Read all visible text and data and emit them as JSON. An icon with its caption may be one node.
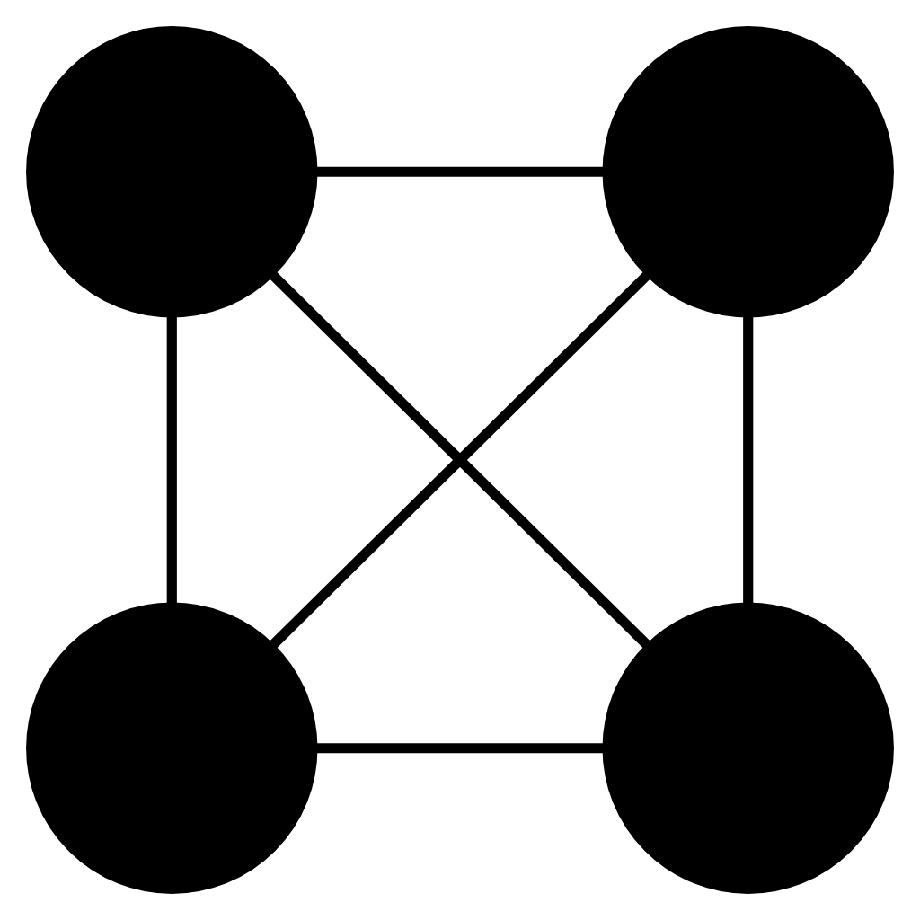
{
  "diagram": {
    "nodes": [
      {
        "text": [],
        "shape": "circle"
      },
      {
        "text": [],
        "shape": "circle"
      },
      {
        "text": [],
        "shape": "circle"
      },
      {
        "text": [],
        "shape": "circle"
      }
    ],
    "edges": [
      {
        "from": 0,
        "to": 1,
        "arrow": "none"
      },
      {
        "from": 0,
        "to": 2,
        "arrow": "none"
      },
      {
        "from": 1,
        "to": 3,
        "arrow": "none"
      },
      {
        "from": 2,
        "to": 3,
        "arrow": "none"
      },
      {
        "from": 0,
        "to": 3,
        "arrow": "none"
      },
      {
        "from": 1,
        "to": 2,
        "arrow": "none"
      }
    ]
  }
}
